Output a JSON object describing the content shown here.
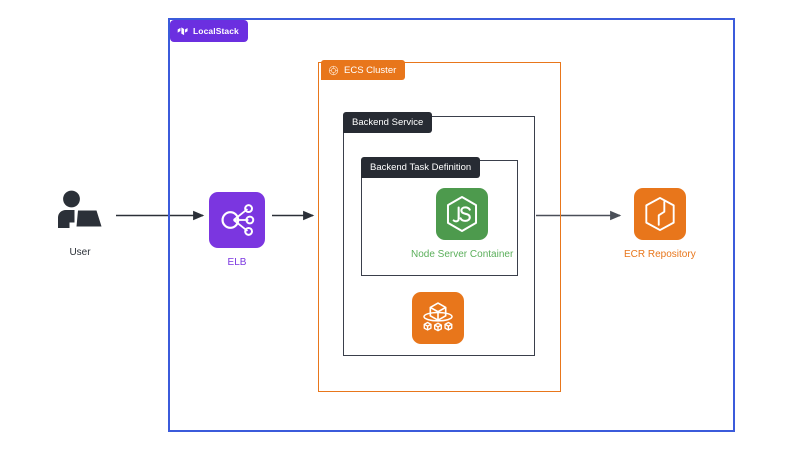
{
  "diagram": {
    "title": "LocalStack ECS architecture diagram",
    "background": "#ffffff"
  },
  "boundaries": {
    "localstack": {
      "label": "LocalStack",
      "border_color": "#3B5BDB",
      "badge_color": "#6B2FE0",
      "icon": "localstack-logo-icon"
    },
    "ecs_cluster": {
      "label": "ECS Cluster",
      "border_color": "#E8761B",
      "badge_color": "#E8761B",
      "icon": "ecs-cluster-icon"
    },
    "backend_service": {
      "label": "Backend Service",
      "border_color": "#3A3F4B",
      "badge_color": "#272B33"
    },
    "task_definition": {
      "label": "Backend Task Definition",
      "border_color": "#3A3F4B",
      "badge_color": "#272B33"
    }
  },
  "nodes": [
    {
      "id": "user",
      "label": "User",
      "icon": "user-at-laptop-icon",
      "icon_color": "#2B3038",
      "label_color": "#2B3038"
    },
    {
      "id": "elb",
      "label": "ELB",
      "icon": "elastic-load-balancer-icon",
      "icon_color": "#7B36E0",
      "label_color": "#7B36E0"
    },
    {
      "id": "node-server-container",
      "label": "Node Server Container",
      "icon": "nodejs-icon",
      "icon_color": "#4D9A4D",
      "label_color": "#5BAF5B"
    },
    {
      "id": "ecs-task",
      "label": "",
      "icon": "ecs-container-icon",
      "icon_color": "#E8761B",
      "label_color": "#E8761B"
    },
    {
      "id": "ecr-repository",
      "label": "ECR Repository",
      "icon": "ecr-repository-icon",
      "icon_color": "#E8761B",
      "label_color": "#E8761B"
    }
  ],
  "connections": [
    {
      "from": "user",
      "to": "elb",
      "style": "solid-arrow",
      "color": "#2B3038"
    },
    {
      "from": "elb",
      "to": "ecs_cluster",
      "style": "solid-arrow",
      "color": "#2B3038"
    },
    {
      "from": "backend_service",
      "to": "ecr-repository",
      "style": "solid-arrow",
      "color": "#4A4F58"
    }
  ]
}
